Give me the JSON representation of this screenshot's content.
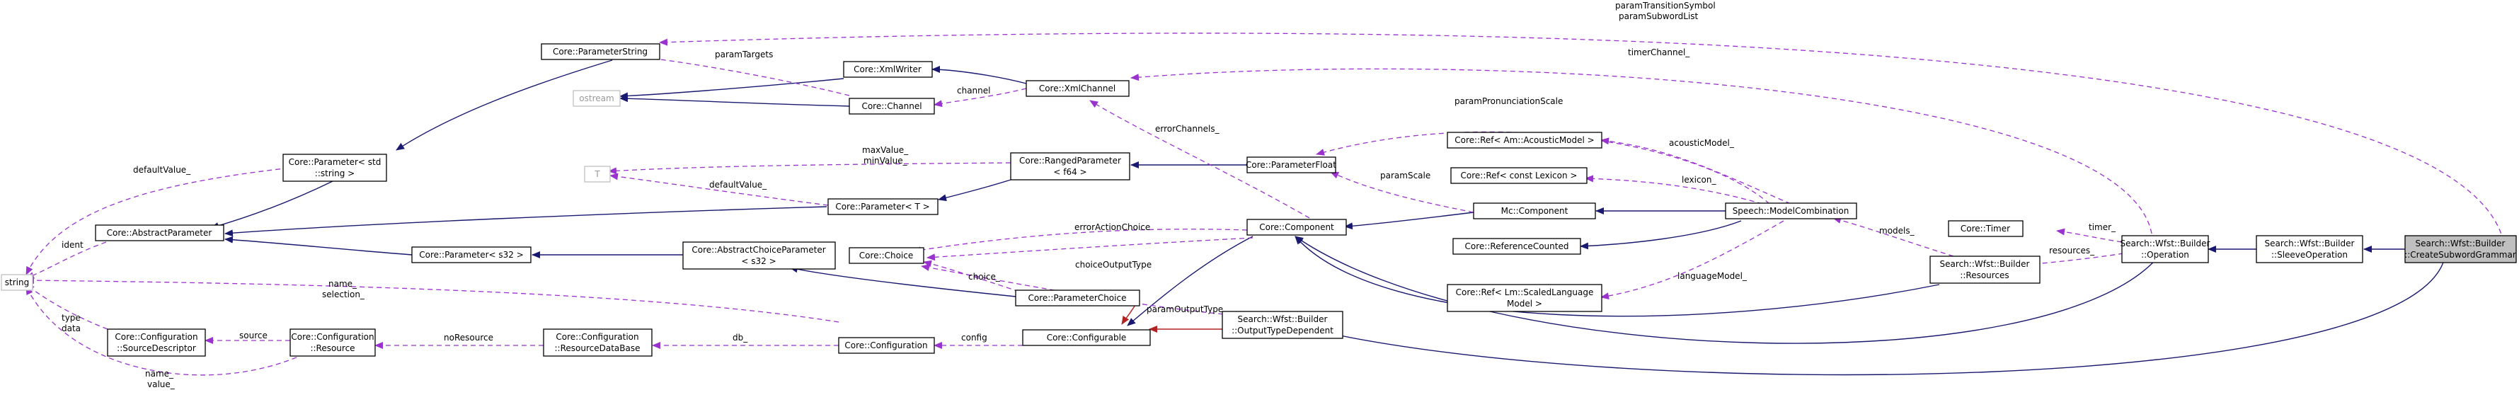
{
  "diagram": {
    "nodes": {
      "string": "string",
      "ostream": "ostream",
      "T": "T",
      "param_string": "Core::ParameterString",
      "param_std_string_1": "Core::Parameter< std",
      "param_std_string_2": "::string >",
      "abstract_param": "Core::AbstractParameter",
      "config_source_desc_1": "Core::Configuration",
      "config_source_desc_2": "::SourceDescriptor",
      "config_resource_1": "Core::Configuration",
      "config_resource_2": "::Resource",
      "config_resource_db_1": "Core::Configuration",
      "config_resource_db_2": "::ResourceDataBase",
      "configuration": "Core::Configuration",
      "param_s32": "Core::Parameter< s32 >",
      "abstract_choice_param_1": "Core::AbstractChoiceParameter",
      "abstract_choice_param_2": "< s32 >",
      "param_T": "Core::Parameter< T >",
      "ranged_param_1": "Core::RangedParameter",
      "ranged_param_2": "< f64 >",
      "xml_writer": "Core::XmlWriter",
      "channel": "Core::Channel",
      "xml_channel": "Core::XmlChannel",
      "choice": "Core::Choice",
      "param_choice": "Core::ParameterChoice",
      "configurable": "Core::Configurable",
      "component": "Core::Component",
      "param_float": "Core::ParameterFloat",
      "mc_component": "Mc::Component",
      "ref_acoustic": "Core::Ref< Am::AcousticModel >",
      "ref_lexicon": "Core::Ref< const Lexicon >",
      "reference_counted": "Core::ReferenceCounted",
      "ref_lm_1": "Core::Ref< Lm::ScaledLanguage",
      "ref_lm_2": "Model >",
      "output_type_dep_1": "Search::Wfst::Builder",
      "output_type_dep_2": "::OutputTypeDependent",
      "model_combination": "Speech::ModelCombination",
      "timer": "Core::Timer",
      "resources_1": "Search::Wfst::Builder",
      "resources_2": "::Resources",
      "operation_1": "Search::Wfst::Builder",
      "operation_2": "::Operation",
      "sleeve_op_1": "Search::Wfst::Builder",
      "sleeve_op_2": "::SleeveOperation",
      "create_subword_1": "Search::Wfst::Builder",
      "create_subword_2": "::CreateSubwordGrammar"
    },
    "edge_labels": {
      "param_transition_symbol": "paramTransitionSymbol",
      "param_subword_list": "paramSubwordList",
      "timer_channel": "timerChannel_",
      "param_targets": "paramTargets",
      "default_value_1": "defaultValue_",
      "max_value": "maxValue_",
      "min_value": "minValue_",
      "default_value_2": "defaultValue_",
      "channel": "channel",
      "error_channels": "errorChannels_",
      "param_pronunciation_scale": "paramPronunciationScale",
      "acoustic_model": "acousticModel_",
      "param_scale": "paramScale",
      "lexicon": "lexicon_",
      "error_action_choice": "errorActionChoice",
      "ident": "ident",
      "timer": "timer_",
      "resources": "resources_",
      "models": "models_",
      "choice_output_type": "choiceOutputType",
      "choice": "choice_",
      "language_model": "languageModel_",
      "name_selection_1": "name_",
      "name_selection_2": "selection_",
      "param_output_type": "paramOutputType",
      "type": "type",
      "data": "data",
      "source": "source",
      "no_resource": "noResource",
      "db": "db_",
      "config": "config",
      "name_value_1": "name_",
      "name_value_2": "value_"
    },
    "colors": {
      "inheritance": "#191970",
      "usage": "#9a32cd",
      "template": "#ffa500",
      "private_inheritance": "#b22222",
      "focus_fill": "#bfbfbf",
      "external_border": "#bfbfbf"
    }
  }
}
